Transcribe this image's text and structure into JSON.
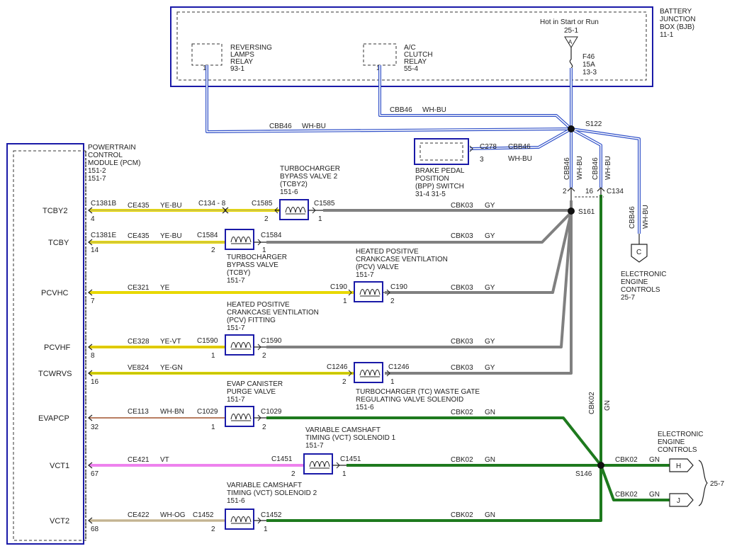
{
  "bjb": {
    "title": [
      "BATTERY",
      "JUNCTION",
      "BOX (BJB)",
      "11-1"
    ],
    "hot_label": "Hot in Start or Run",
    "hot_ref": "25-1",
    "fuse_pin": "A",
    "fuse": [
      "F46",
      "15A",
      "13-3"
    ],
    "rev_relay": [
      "REVERSING",
      "LAMPS",
      "RELAY",
      "93-1"
    ],
    "rev_pin": "1",
    "ac_relay": [
      "A/C",
      "CLUTCH",
      "RELAY",
      "55-4"
    ],
    "ac_pin": "1"
  },
  "pcm": {
    "title": [
      "POWERTRAIN",
      "CONTROL",
      "MODULE (PCM)",
      "151-2",
      "151-7"
    ],
    "pins": [
      "TCBY2",
      "TCBY",
      "PCVHC",
      "PCVHF",
      "TCWRVS",
      "EVAPCP",
      "VCT1",
      "VCT2"
    ],
    "pin_numbers": [
      "4",
      "14",
      "7",
      "8",
      "16",
      "32",
      "67",
      "68"
    ],
    "conn_a": "C1381B",
    "conn_b": "C1381E"
  },
  "circuits": {
    "ce435": "CE435",
    "ye_bu": "YE-BU",
    "ce321": "CE321",
    "ye": "YE",
    "ce328": "CE328",
    "ye_vt": "YE-VT",
    "ve824": "VE824",
    "ye_gn": "YE-GN",
    "ce113": "CE113",
    "wh_bn": "WH-BN",
    "ce421": "CE421",
    "vt": "VT",
    "ce422": "CE422",
    "wh_og": "WH-OG",
    "cbk03": "CBK03",
    "gy": "GY",
    "cbk02": "CBK02",
    "gn": "GN",
    "cbb46": "CBB46",
    "wh_bu": "WH-BU",
    "c134_8": "C134 - 8"
  },
  "components": {
    "tcby2": [
      "TURBOCHARGER",
      "BYPASS VALVE 2",
      "(TCBY2)",
      "151-6"
    ],
    "tcby": [
      "TURBOCHARGER",
      "BYPASS VALVE",
      "(TCBY)",
      "151-7"
    ],
    "pcvhc": [
      "HEATED POSITIVE",
      "CRANKCASE VENTILATION",
      "(PCV) VALVE",
      "151-7"
    ],
    "pcvhf": [
      "HEATED POSITIVE",
      "CRANKCASE VENTILATION",
      "(PCV) FITTING",
      "151-7"
    ],
    "wastegate": [
      "TURBOCHARGER (TC) WASTE GATE",
      "REGULATING VALVE SOLENOID",
      "151-6"
    ],
    "evap": [
      "EVAP CANISTER",
      "PURGE VALVE",
      "151-7"
    ],
    "vct1": [
      "VARIABLE CAMSHAFT",
      "TIMING (VCT) SOLENOID 1",
      "151-7"
    ],
    "vct2": [
      "VARIABLE CAMSHAFT",
      "TIMING (VCT) SOLENOID 2",
      "151-6"
    ],
    "bpp": [
      "BRAKE PEDAL",
      "POSITION",
      "(BPP) SWITCH",
      "31-4   31-5"
    ],
    "eec_c": [
      "ELECTRONIC",
      "ENGINE",
      "CONTROLS",
      "25-7"
    ],
    "eec_hj": [
      "ELECTRONIC",
      "ENGINE",
      "CONTROLS"
    ]
  },
  "connectors": {
    "c1585": "C1585",
    "c1584": "C1584",
    "c190": "C190",
    "c1590": "C1590",
    "c1246": "C1246",
    "c1029": "C1029",
    "c1451": "C1451",
    "c1452": "C1452",
    "c278": "C278",
    "c134": "C134",
    "p1": "1",
    "p2": "2",
    "p3": "3",
    "p16": "16",
    "c_letter": "C",
    "h_letter": "H",
    "j_letter": "J",
    "ref_257": "25-7"
  },
  "splices": {
    "s122": "S122",
    "s161": "S161",
    "s146": "S146"
  },
  "colors": {
    "frame_blue": "#1a1aa8",
    "wire_yellow": "#e8d800",
    "wire_gray": "#808080",
    "wire_green": "#1e7a1e",
    "wire_violet": "#ee82ee",
    "wire_brown": "#a0522d",
    "wire_tan": "#d8ccb0",
    "wire_whbu": "#3050c8"
  }
}
